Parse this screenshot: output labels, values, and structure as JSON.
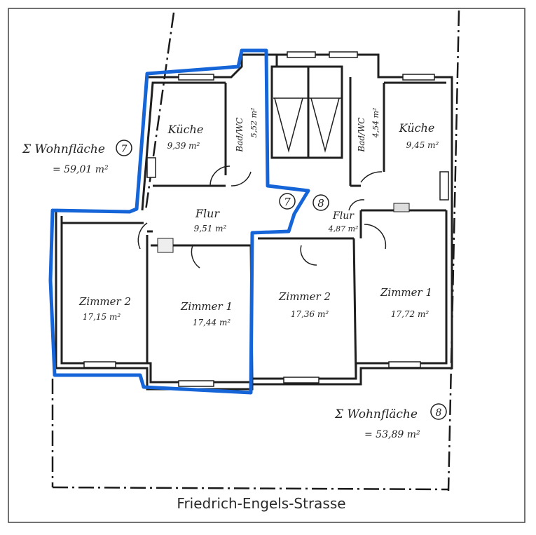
{
  "plan": {
    "street_label": "Friedrich-Engels-Strasse",
    "boundary_color": "#1565d8",
    "line_color": "#1f1f1f",
    "units": [
      {
        "id": "7",
        "total_label": "Σ Wohnfläche",
        "unit_number": "7",
        "total_area": "= 59,01 m²"
      },
      {
        "id": "8",
        "total_label": "Σ Wohnfläche",
        "unit_number": "8",
        "total_area": "= 53,89 m²"
      }
    ],
    "rooms": {
      "kueche_7": {
        "name": "Küche",
        "area": "9,39 m²"
      },
      "bad_7": {
        "name": "Bad/WC",
        "area": "5,52 m²"
      },
      "flur_7": {
        "name": "Flur",
        "area": "9,51 m²"
      },
      "zimmer2_7": {
        "name": "Zimmer 2",
        "area": "17,15 m²"
      },
      "zimmer1_7": {
        "name": "Zimmer 1",
        "area": "17,44 m²"
      },
      "bad_8": {
        "name": "Bad/WC",
        "area": "4,54 m²"
      },
      "kueche_8": {
        "name": "Küche",
        "area": "9,45 m²"
      },
      "flur_8": {
        "name": "Flur",
        "area": "4,87 m²"
      },
      "zimmer2_8": {
        "name": "Zimmer 2",
        "area": "17,36 m²"
      },
      "zimmer1_8": {
        "name": "Zimmer 1",
        "area": "17,72 m²"
      }
    },
    "door_markers": [
      "7",
      "8"
    ]
  }
}
